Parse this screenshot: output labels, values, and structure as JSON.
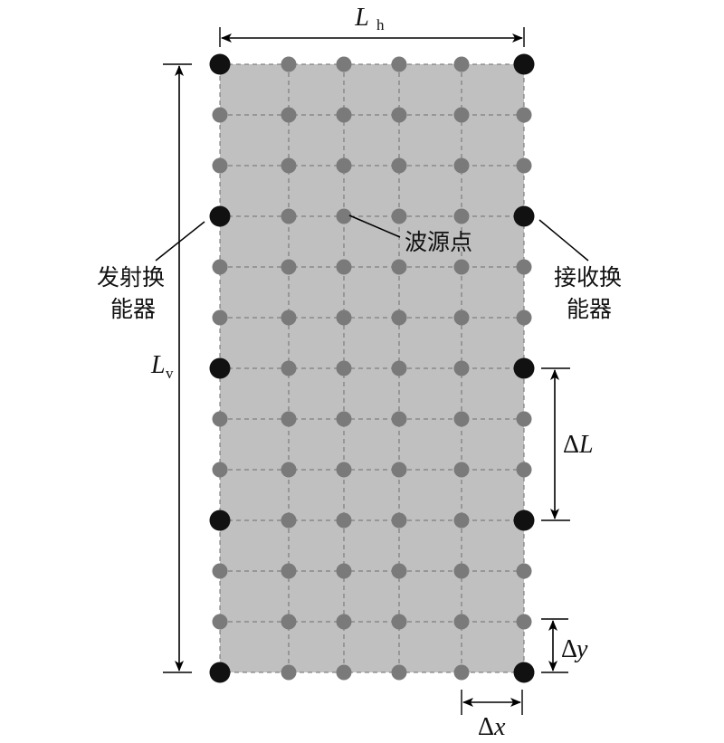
{
  "labels": {
    "lh": "L",
    "lh_sub": "h",
    "lv": "L",
    "lv_sub": "v",
    "delta_l_symbol": "Δ",
    "delta_l_var": "L",
    "delta_x_symbol": "Δ",
    "delta_x_var": "x",
    "delta_y_symbol": "Δ",
    "delta_y_var": "y",
    "wave_source": "波源点",
    "transmitter_line1": "发射换",
    "transmitter_line2": "能器",
    "receiver_line1": "接收换",
    "receiver_line2": "能器"
  },
  "grid": {
    "columns": 6,
    "rows": 13,
    "transducer_rows": [
      0,
      3,
      6,
      9,
      12
    ]
  },
  "colors": {
    "panel": "#c0c0c0",
    "source_dot": "#7a7a7a",
    "transducer_dot": "#111111",
    "grid_line": "#6e6e6e",
    "dimension_line": "#000000"
  }
}
